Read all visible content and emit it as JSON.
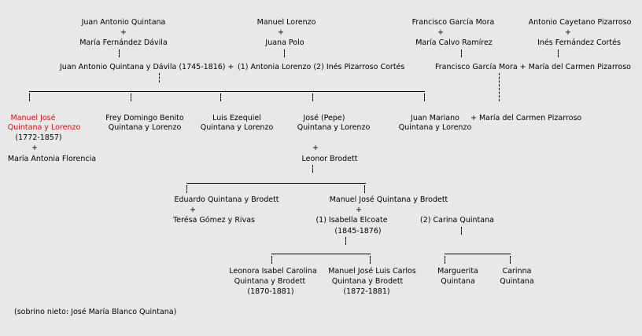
{
  "ancestors": {
    "quintana_father": "Juan Antonio Quintana",
    "quintana_mother": "María Fernández Dávila",
    "lorenzo_father": "Manuel Lorenzo",
    "lorenzo_mother": "Juana Polo",
    "mora_father": "Francisco García Mora",
    "mora_mother": "María Calvo Ramírez",
    "pizarroso_father": "Antonio Cayetano Pizarroso",
    "pizarroso_mother": "Inés Fernández Cortés"
  },
  "gen2": {
    "juan_antonio": "Juan Antonio Quintana y Dávila (1745-1816) +",
    "wives": "(1) Antonia Lorenzo (2) Inés Pizarroso Cortés",
    "francisco": "Francisco García Mora + María del Carmen Pizarroso"
  },
  "children": {
    "manuel_jose_l1": "Manuel José",
    "manuel_jose_l2": "Quintana y Lorenzo",
    "manuel_jose_dates": "(1772-1857)",
    "manuel_jose_spouse": "María Antonia Florencia",
    "frey_l1": "Frey Domingo Benito",
    "frey_l2": "Quintana y Lorenzo",
    "luis_l1": "Luis Ezequiel",
    "luis_l2": "Quintana y Lorenzo",
    "jose_l1": "José (Pepe)",
    "jose_l2": "Quintana y Lorenzo",
    "jose_spouse": "Leonor Brodett",
    "juan_mariano_l1": "Juan Mariano",
    "juan_mariano_l2": "Quintana y Lorenzo",
    "maria_carmen": "+ María del Carmen Pizarroso"
  },
  "grandchildren": {
    "eduardo": "Eduardo Quintana y Brodett",
    "eduardo_spouse": "Terésa Gómez y Rivas",
    "manuel_jose_b": "Manuel José Quintana y Brodett",
    "isabella": "(1) Isabella Elcoate",
    "isabella_dates": "(1845-1876)",
    "carina": "(2) Carina Quintana"
  },
  "great_grandchildren": {
    "leonora_l1": "Leonora Isabel Carolina",
    "leonora_l2": "Quintana y Brodett",
    "leonora_dates": "(1870-1881)",
    "manuel_luis_l1": "Manuel José Luis Carlos",
    "manuel_luis_l2": "Quintana y Brodett",
    "manuel_luis_dates": "(1872-1881)",
    "marguerita_l1": "Marguerita",
    "marguerita_l2": "Quintana",
    "carinna_l1": "Carinna",
    "carinna_l2": "Quintana"
  },
  "note": "(sobrino nieto: José María Blanco Quintana)",
  "plus_sign": "+",
  "colors": {
    "background": "#e8e8e8",
    "highlight": "#cc1111",
    "text": "#000000"
  }
}
